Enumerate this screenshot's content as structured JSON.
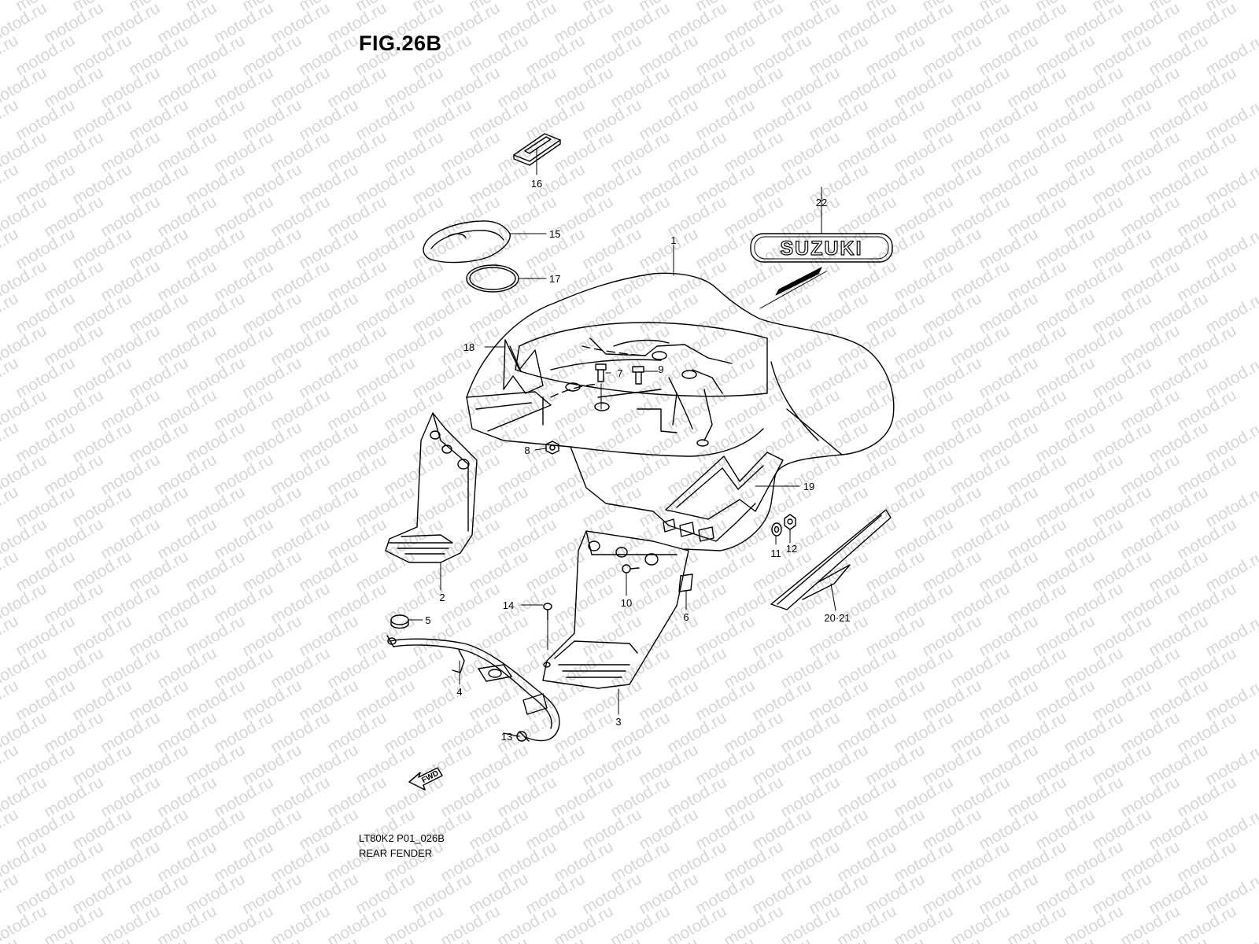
{
  "figure": {
    "title": "FIG.26B",
    "code": "LT80K2 P01_026B",
    "name": "REAR FENDER"
  },
  "watermark": {
    "text": "motod.ru"
  },
  "emblem": {
    "text": "SUZUKI"
  },
  "direction_marker": {
    "text": "FWD"
  },
  "callouts": [
    {
      "id": "1",
      "label": "1"
    },
    {
      "id": "2",
      "label": "2"
    },
    {
      "id": "3",
      "label": "3"
    },
    {
      "id": "4",
      "label": "4"
    },
    {
      "id": "5",
      "label": "5"
    },
    {
      "id": "6",
      "label": "6"
    },
    {
      "id": "7",
      "label": "7"
    },
    {
      "id": "8",
      "label": "8"
    },
    {
      "id": "9",
      "label": "9"
    },
    {
      "id": "10",
      "label": "10"
    },
    {
      "id": "11",
      "label": "11"
    },
    {
      "id": "12",
      "label": "12"
    },
    {
      "id": "13",
      "label": "13"
    },
    {
      "id": "14",
      "label": "14"
    },
    {
      "id": "15",
      "label": "15"
    },
    {
      "id": "16",
      "label": "16"
    },
    {
      "id": "17",
      "label": "17"
    },
    {
      "id": "18",
      "label": "18"
    },
    {
      "id": "19",
      "label": "19"
    },
    {
      "id": "2021",
      "label": "20·21"
    },
    {
      "id": "22",
      "label": "22"
    }
  ]
}
